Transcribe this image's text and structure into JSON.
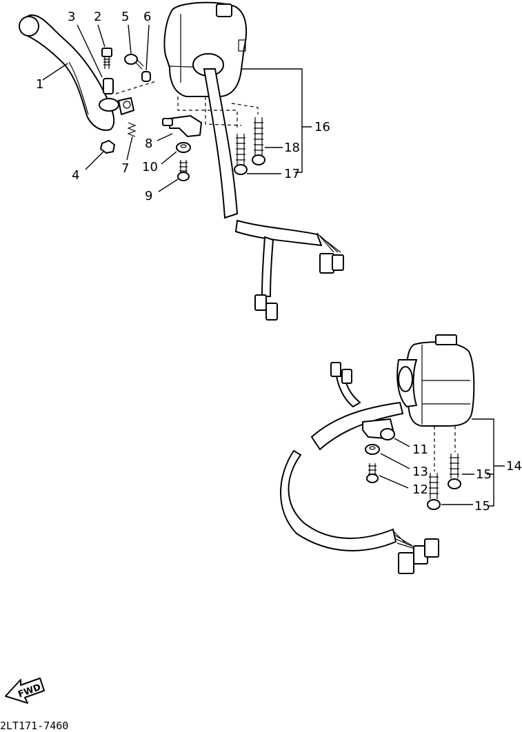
{
  "callouts": {
    "c1": "1",
    "c2": "2",
    "c3": "3",
    "c4": "4",
    "c5": "5",
    "c6": "6",
    "c7": "7",
    "c8": "8",
    "c9": "9",
    "c10": "10",
    "c11": "11",
    "c12": "12",
    "c13": "13",
    "c14": "14",
    "c15a": "15",
    "c15b": "15",
    "c16": "16",
    "c17": "17",
    "c18": "18"
  },
  "drawing_code": "2LT171-7460",
  "fwd_label": "FWD"
}
